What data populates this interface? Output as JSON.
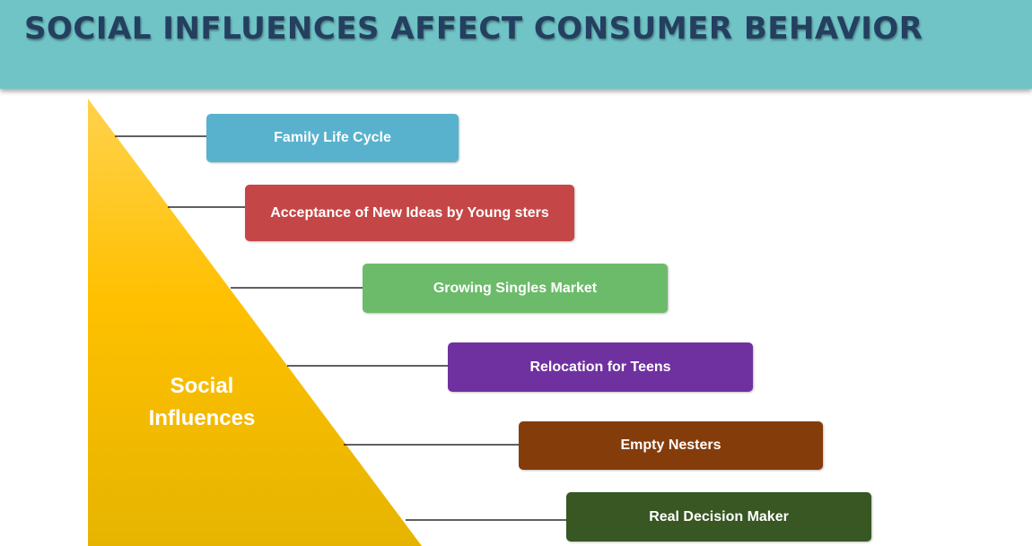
{
  "title": "SOCIAL INFLUENCES AFFECT CONSUMER BEHAVIOR",
  "center_label": "Social\nInfluences",
  "colors": {
    "title_band": "#70c4c6",
    "title_text": "#243f60",
    "triangle_top": "#ffd24d",
    "triangle_bottom": "#e6b400"
  },
  "items": [
    {
      "label": "Family Life Cycle",
      "color": "#58b2cd"
    },
    {
      "label": "Acceptance of New Ideas by Young sters",
      "color": "#c54646"
    },
    {
      "label": "Growing Singles Market",
      "color": "#6cbb6a"
    },
    {
      "label": "Relocation for Teens",
      "color": "#7031a0"
    },
    {
      "label": "Empty Nesters",
      "color": "#843c0b"
    },
    {
      "label": "Real Decision Maker",
      "color": "#385723"
    }
  ]
}
